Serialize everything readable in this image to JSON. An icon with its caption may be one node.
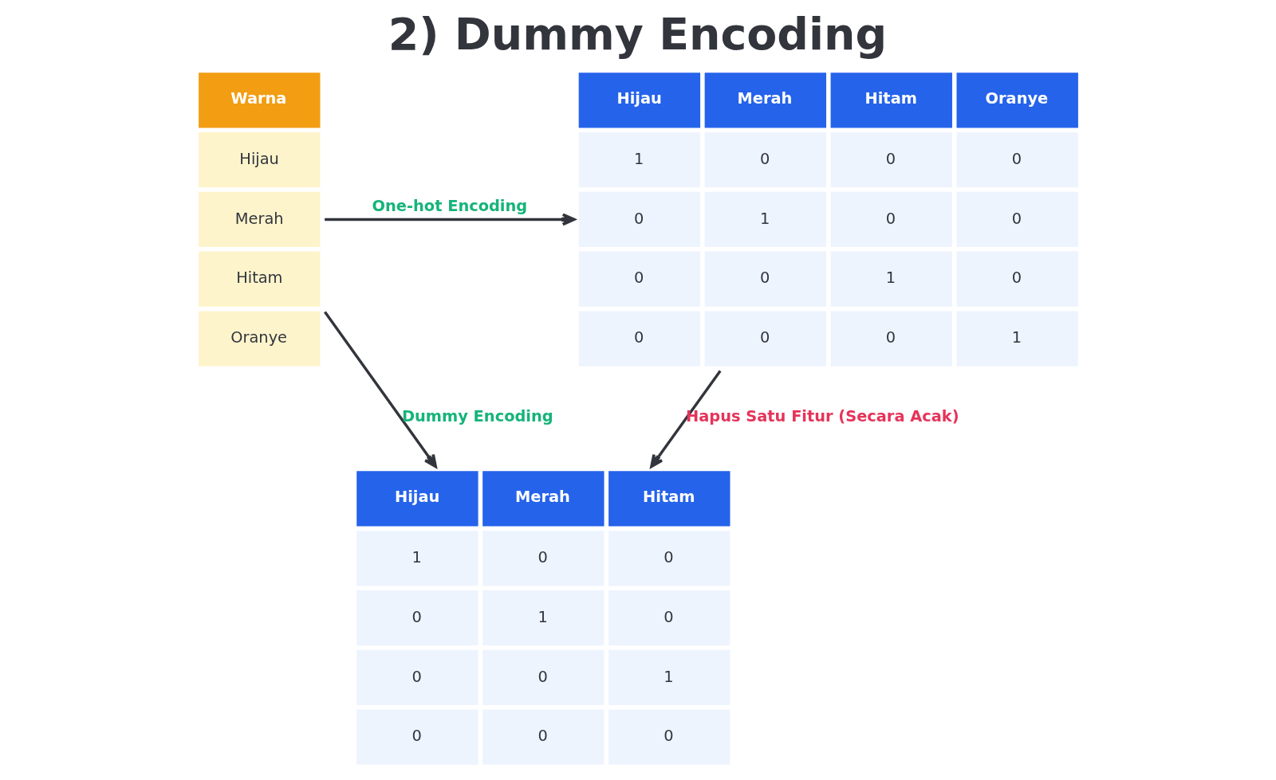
{
  "diagram": {
    "title": "2) Dummy Encoding",
    "nodes": [
      {
        "text": [
          "Warna",
          "Hijau",
          "Merah",
          "Hitam",
          "Oranye"
        ]
      },
      {
        "text": [
          "Hijau",
          "Merah",
          "Hitam",
          "Oranye",
          "1",
          "0",
          "0",
          "0",
          "0",
          "1",
          "0",
          "0",
          "0",
          "0",
          "1",
          "0",
          "0",
          "0",
          "0",
          "1"
        ]
      },
      {
        "text": [
          "Hijau",
          "Merah",
          "Hitam",
          "1",
          "0",
          "0",
          "0",
          "1",
          "0",
          "0",
          "0",
          "1",
          "0",
          "0",
          "0"
        ]
      }
    ],
    "edges": [
      {
        "from": 0,
        "to": 1,
        "arrow": "to",
        "label": "One-hot Encoding"
      },
      {
        "from": 0,
        "to": 2,
        "arrow": "to",
        "label": "Dummy Encoding"
      },
      {
        "from": 1,
        "to": 2,
        "arrow": "to",
        "label": "Hapus Satu Fitur (Secara Acak)"
      }
    ]
  }
}
